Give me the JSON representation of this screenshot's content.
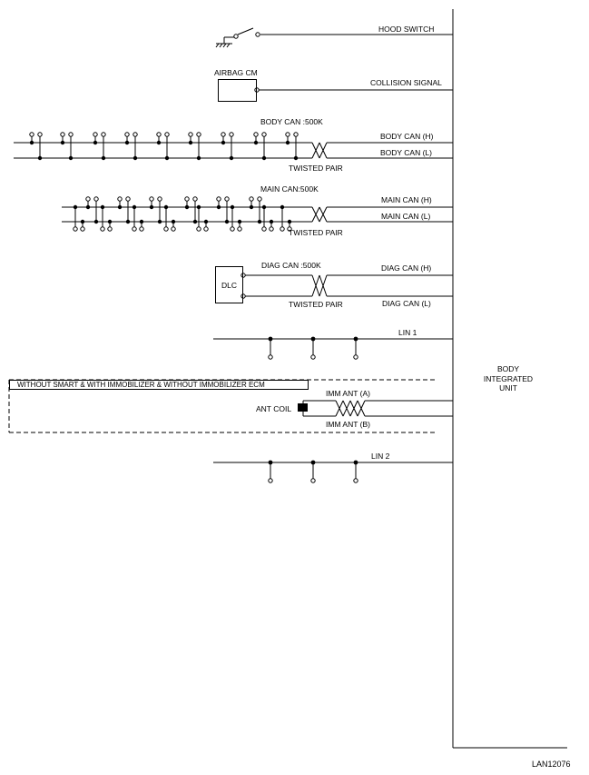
{
  "diagram_id": "LAN12076",
  "unit": {
    "line1": "BODY",
    "line2": "INTEGRATED",
    "line3": "UNIT"
  },
  "hood_switch": {
    "label": "HOOD SWITCH"
  },
  "airbag": {
    "box_label": "AIRBAG CM",
    "signal_label": "COLLISION SIGNAL"
  },
  "body_can": {
    "title": "BODY CAN :500K",
    "high": "BODY CAN (H)",
    "low": "BODY CAN (L)",
    "twisted": "TWISTED PAIR"
  },
  "main_can": {
    "title": "MAIN CAN:500K",
    "high": "MAIN CAN (H)",
    "low": "MAIN CAN (L)",
    "twisted": "TWISTED PAIR"
  },
  "diag_can": {
    "connector": "DLC",
    "title": "DIAG CAN :500K",
    "high": "DIAG CAN (H)",
    "low": "DIAG CAN (L)",
    "twisted": "TWISTED PAIR"
  },
  "lin1": {
    "label": "LIN 1"
  },
  "immobilizer": {
    "condition": "WITHOUT SMART & WITH IMMOBILIZER & WITHOUT IMMOBILIZER ECM",
    "coil_label": "ANT COIL",
    "ant_a": "IMM ANT (A)",
    "ant_b": "IMM ANT (B)"
  },
  "lin2": {
    "label": "LIN 2"
  }
}
